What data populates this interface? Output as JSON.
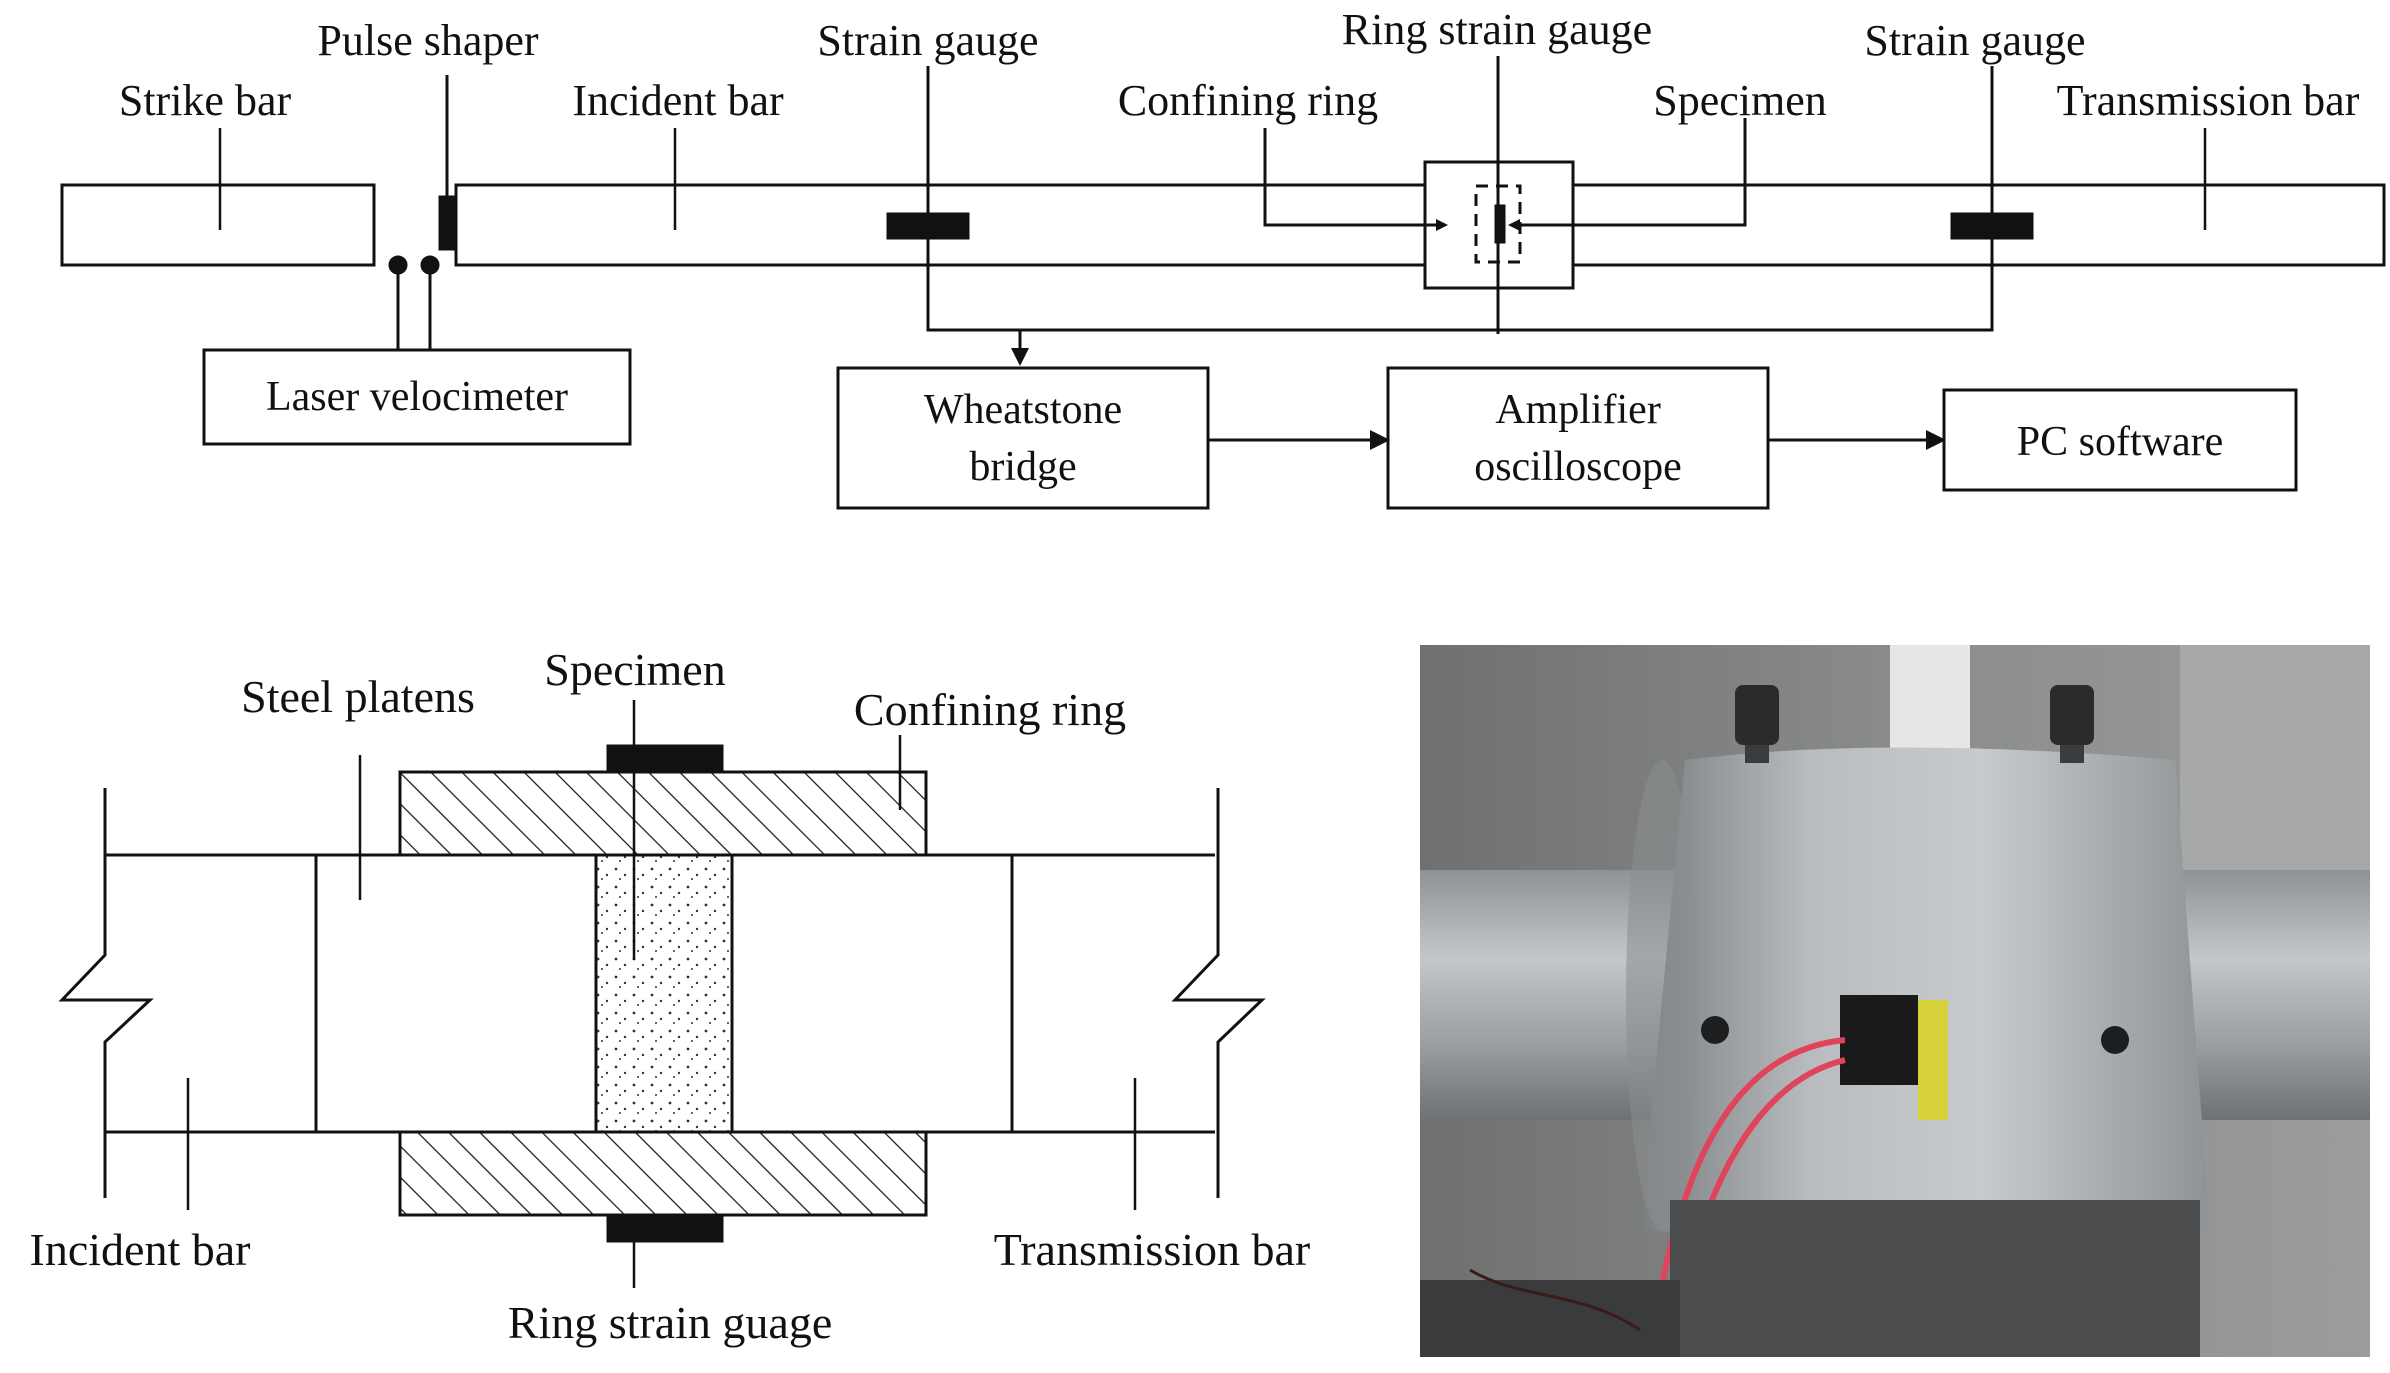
{
  "top_diagram": {
    "labels": {
      "strike_bar": "Strike bar",
      "pulse_shaper": "Pulse shaper",
      "incident_bar": "Incident bar",
      "strain_gauge_left": "Strain gauge",
      "confining_ring": "Confining ring",
      "ring_strain_gauge": "Ring strain gauge",
      "specimen": "Specimen",
      "strain_gauge_right": "Strain gauge",
      "transmission_bar": "Transmission bar"
    },
    "boxes": {
      "laser_velocimeter": "Laser velocimeter",
      "wheatstone_line1": "Wheatstone",
      "wheatstone_line2": "bridge",
      "amplifier_line1": "Amplifier",
      "amplifier_line2": "oscilloscope",
      "pc_software": "PC software"
    }
  },
  "bottom_diagram": {
    "labels": {
      "steel_platens": "Steel platens",
      "specimen": "Specimen",
      "confining_ring": "Confining ring",
      "incident_bar": "Incident bar",
      "transmission_bar": "Transmission bar",
      "ring_strain_gauge": "Ring strain guage"
    }
  },
  "colors": {
    "ink": "#111111",
    "photo_wall": "#7e7f7f",
    "photo_metal": "#a9acae",
    "photo_wire": "#e0445a",
    "photo_gauge_tab": "#d8d23a"
  }
}
